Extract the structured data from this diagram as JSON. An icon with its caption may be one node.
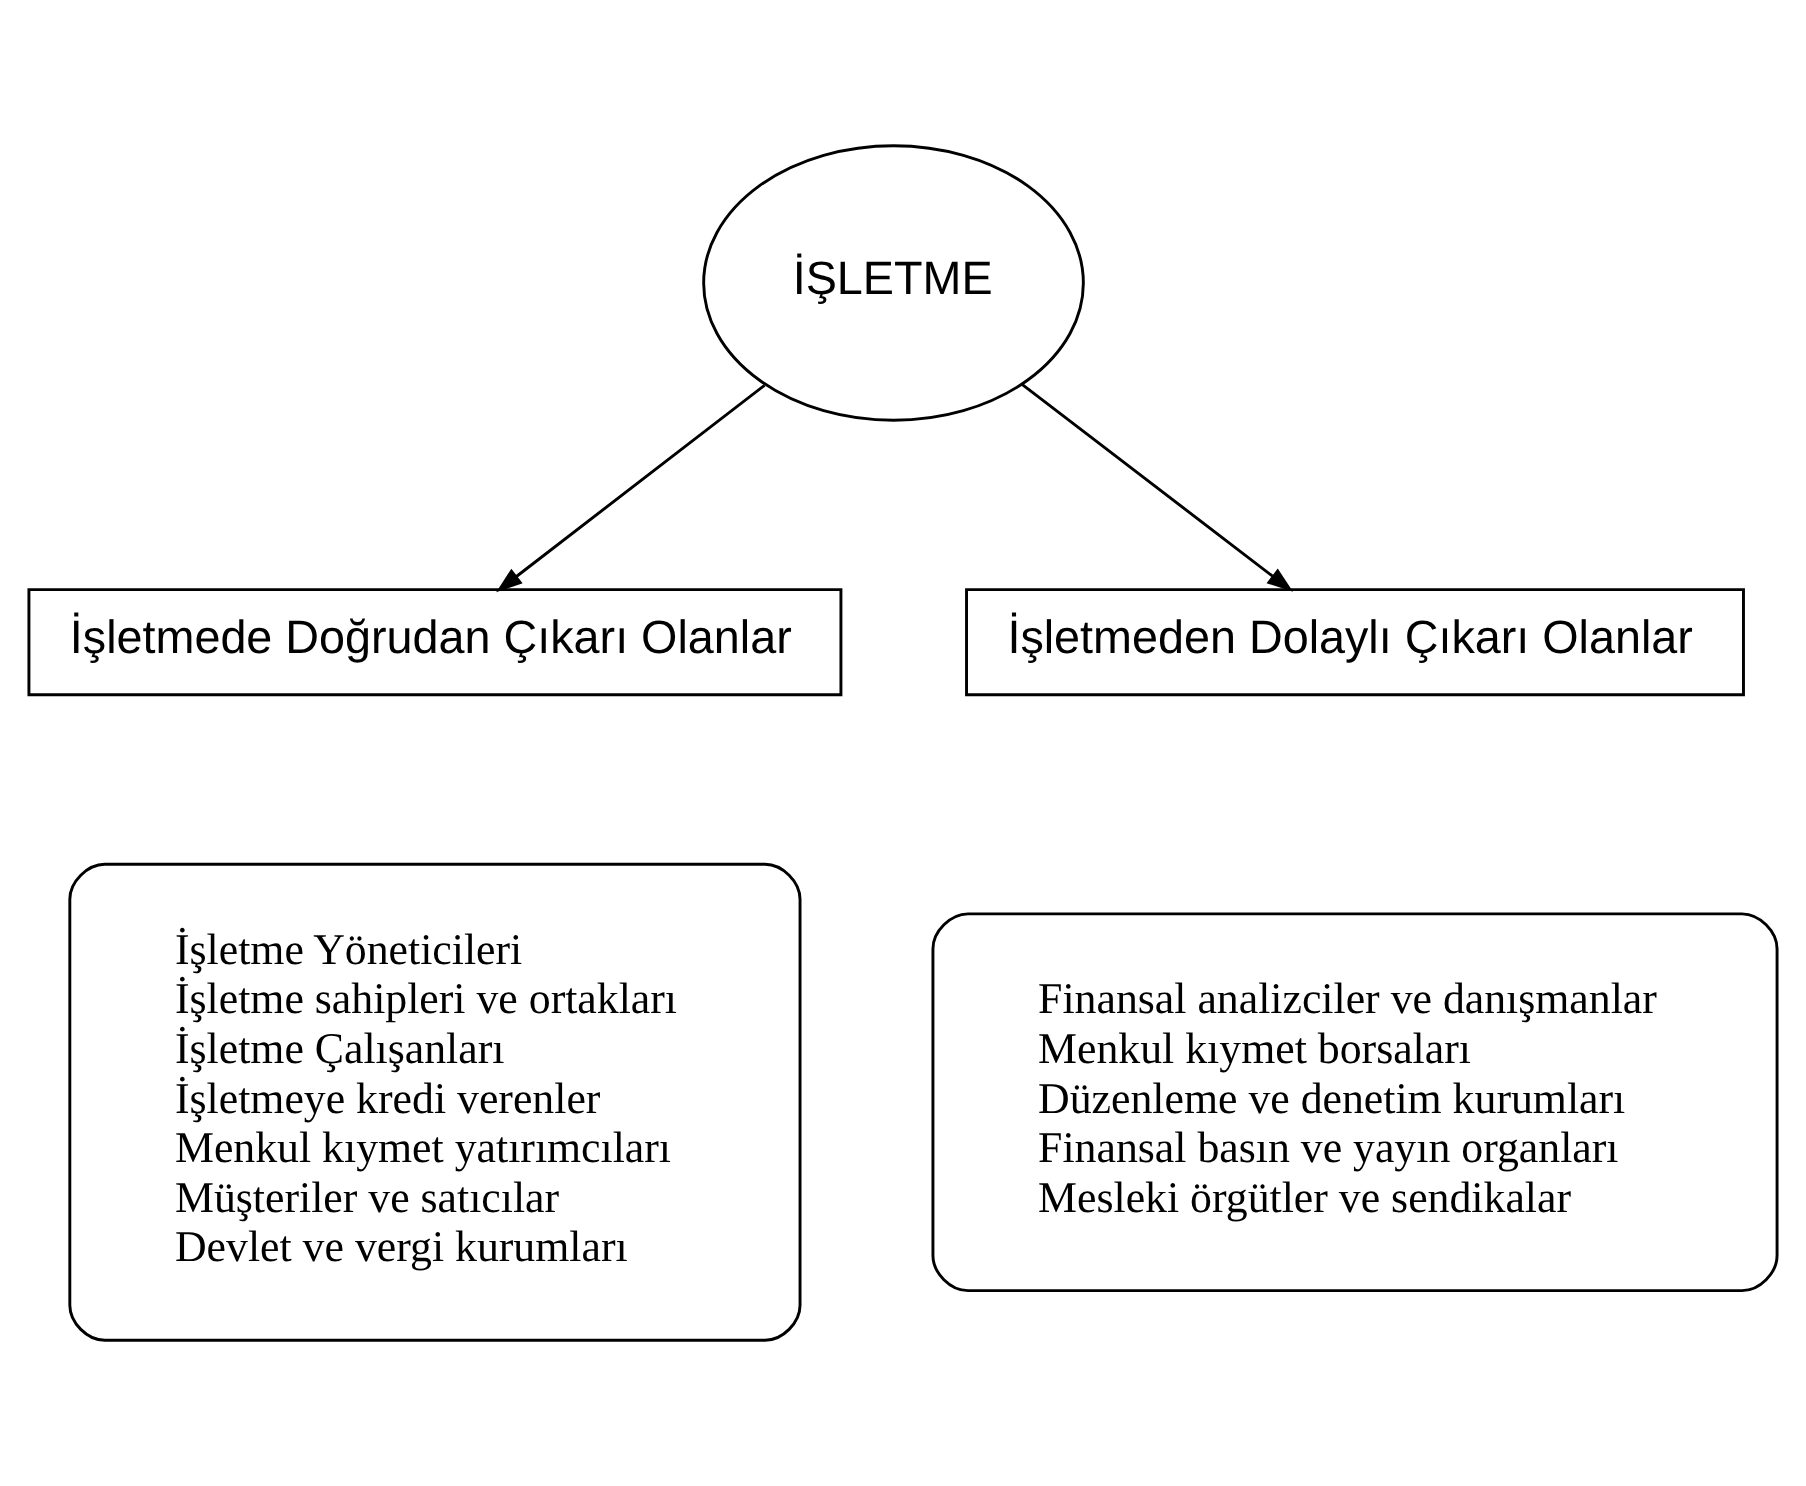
{
  "diagram": {
    "nodes": [
      {
        "text": [
          "İŞLETME"
        ]
      },
      {
        "text": [
          "İşletmede Doğrudan Çıkarı Olanlar"
        ]
      },
      {
        "text": [
          "İşletmeden Dolaylı Çıkarı Olanlar"
        ]
      },
      {
        "text": [
          "İşletme Yöneticileri",
          "İşletme sahipleri ve ortakları",
          "İşletme Çalışanları",
          "İşletmeye kredi verenler",
          "Menkul kıymet yatırımcıları",
          "Müşteriler ve satıcılar",
          "Devlet ve vergi kurumları"
        ]
      },
      {
        "text": [
          "Finansal analizciler ve danışmanlar",
          "Menkul kıymet borsaları",
          "Düzenleme ve denetim kurumları",
          "Finansal basın ve yayın organları",
          "Mesleki örgütler ve sendikalar"
        ]
      }
    ],
    "edges": [
      {
        "from": 0,
        "to": 1,
        "arrow": "to"
      },
      {
        "from": 0,
        "to": 2,
        "arrow": "to"
      }
    ]
  }
}
